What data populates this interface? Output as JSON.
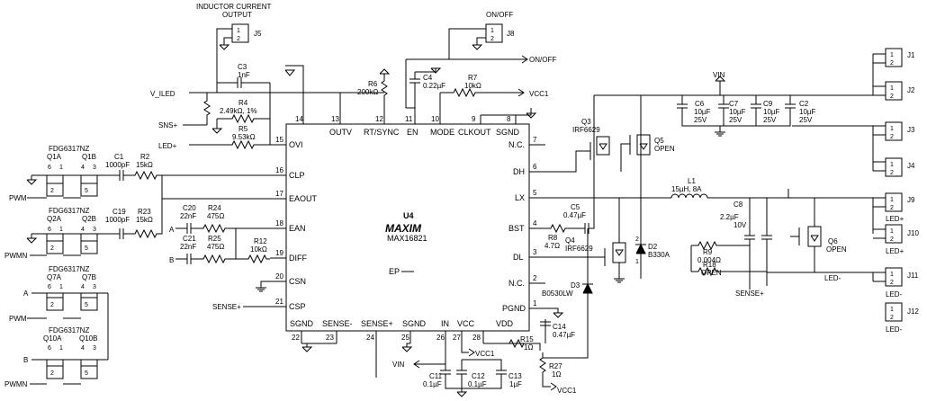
{
  "ic": {
    "ref": "U4",
    "brand": "MAXIM",
    "part": "MAX16821",
    "ep": "EP",
    "left_pins": [
      {
        "name": "OVI",
        "num": "15"
      },
      {
        "name": "CLP",
        "num": "16"
      },
      {
        "name": "EAOUT",
        "num": "17"
      },
      {
        "name": "EAN",
        "num": "18"
      },
      {
        "name": "DIFF",
        "num": "19"
      },
      {
        "name": "CSN",
        "num": "20"
      },
      {
        "name": "CSP",
        "num": "21"
      }
    ],
    "right_pins": [
      {
        "name": "N.C.",
        "num": "7"
      },
      {
        "name": "DH",
        "num": "6"
      },
      {
        "name": "LX",
        "num": "5"
      },
      {
        "name": "BST",
        "num": "4"
      },
      {
        "name": "DL",
        "num": "3"
      },
      {
        "name": "N.C.",
        "num": "2"
      },
      {
        "name": "PGND",
        "num": "1"
      }
    ],
    "top_pins": [
      {
        "name": "OUTV",
        "num": "13"
      },
      {
        "name": "RT/SYNC",
        "num": "12"
      },
      {
        "name": "EN",
        "num": "11"
      },
      {
        "name": "MODE",
        "num": "10"
      },
      {
        "name": "CLKOUT",
        "num": "9"
      },
      {
        "name": "SGND",
        "num": "8"
      }
    ],
    "top_extra_num": "14",
    "bottom_pins": [
      {
        "name": "SGND",
        "num": "22"
      },
      {
        "name": "SENSE-",
        "num": "23"
      },
      {
        "name": "SENSE+",
        "num": "24"
      },
      {
        "name": "SGND",
        "num": "25"
      },
      {
        "name": "IN",
        "num": "26"
      },
      {
        "name": "VCC",
        "num": "27"
      },
      {
        "name": "VDD",
        "num": "28"
      }
    ]
  },
  "labels": {
    "inductor_out_1": "INDUCTOR CURRENT",
    "inductor_out_2": "OUTPUT",
    "on_off_top": "ON/OFF",
    "on_off_right": "ON/OFF",
    "v_iled": "V_ILED",
    "sns_plus": "SNS+",
    "led_plus": "LED+",
    "vcc1_a": "VCC1",
    "vcc1_b": "VCC1",
    "vcc1_c": "VCC1",
    "vin_top": "VIN",
    "vin_bottom": "VIN",
    "sense_plus_left": "SENSE+",
    "sense_plus_right": "SENSE+",
    "led_minus_q6": "LED-",
    "pwm": "PWM",
    "pwmn": "PWMN",
    "a": "A",
    "b": "B"
  },
  "components": {
    "j5": "J5",
    "j8": "J8",
    "j1": "J1",
    "j2": "J2",
    "j3": "J3",
    "j4": "J4",
    "j9": "J9",
    "j10": "J10",
    "j11": "J11",
    "j12": "J12",
    "j9_lbl": "LED+",
    "j10_lbl": "LED+",
    "j11_lbl": "LED-",
    "j12_lbl": "LED-",
    "c3": "C3",
    "c3v": "1nF",
    "r4": "R4",
    "r4v": "2.49kΩ, 1%",
    "r5": "R5",
    "r5v": "9.53kΩ",
    "r6": "R6",
    "r6v": "200kΩ",
    "c4": "C4",
    "c4v": "0.22µF",
    "r7": "R7",
    "r7v": "10kΩ",
    "c1": "C1",
    "c1v": "1000pF",
    "r2": "R2",
    "r2v": "15kΩ",
    "c19": "C19",
    "c19v": "1000pF",
    "r23": "R23",
    "r23v": "15kΩ",
    "c20": "C20",
    "c20v": "22nF",
    "r24": "R24",
    "r24v": "475Ω",
    "c21": "C21",
    "c21v": "22nF",
    "r25": "R25",
    "r25v": "475Ω",
    "r12": "R12",
    "r12v": "10kΩ",
    "q1": "FDG6317NZ",
    "q1a": "Q1A",
    "q1b": "Q1B",
    "q2": "FDG6317NZ",
    "q2a": "Q2A",
    "q2b": "Q2B",
    "q7": "FDG6317NZ",
    "q7a": "Q7A",
    "q7b": "Q7B",
    "q10": "FDG6317NZ",
    "q10a": "Q10A",
    "q10b": "Q10B",
    "q3": "Q3",
    "q3v": "IRF6629",
    "q5": "Q5",
    "q5v": "OPEN",
    "q4": "Q4",
    "q4v": "IRF6629",
    "d2": "D2",
    "d2v": "B330A",
    "d3": "D3",
    "d3v": "B0530LW",
    "r8": "R8",
    "r8v": "4.7Ω",
    "c5": "C5",
    "c5v": "0.47µF",
    "l1": "L1",
    "l1v": "15µH, 8A",
    "c8": "C8",
    "c8v1": "2.2µF",
    "c8v2": "10V",
    "r9": "R9",
    "r9v": "0.004Ω",
    "r18": "R18",
    "r18v": "OPEN",
    "q6": "Q6",
    "q6v": "OPEN",
    "c6": "C6",
    "c6v1": "10µF",
    "c6v2": "25V",
    "c7": "C7",
    "c7v1": "10µF",
    "c7v2": "25V",
    "c9": "C9",
    "c9v1": "10µF",
    "c9v2": "25V",
    "c2": "C2",
    "c2v1": "10µF",
    "c2v2": "25V",
    "c14": "C14",
    "c14v": "0.47µF",
    "r15": "R15",
    "r15v": "1Ω",
    "r27": "R27",
    "r27v": "1Ω",
    "c11": "C11",
    "c11v": "0.1µF",
    "c12": "C12",
    "c12v": "0.1µF",
    "c13": "C13",
    "c13v": "1µF"
  }
}
